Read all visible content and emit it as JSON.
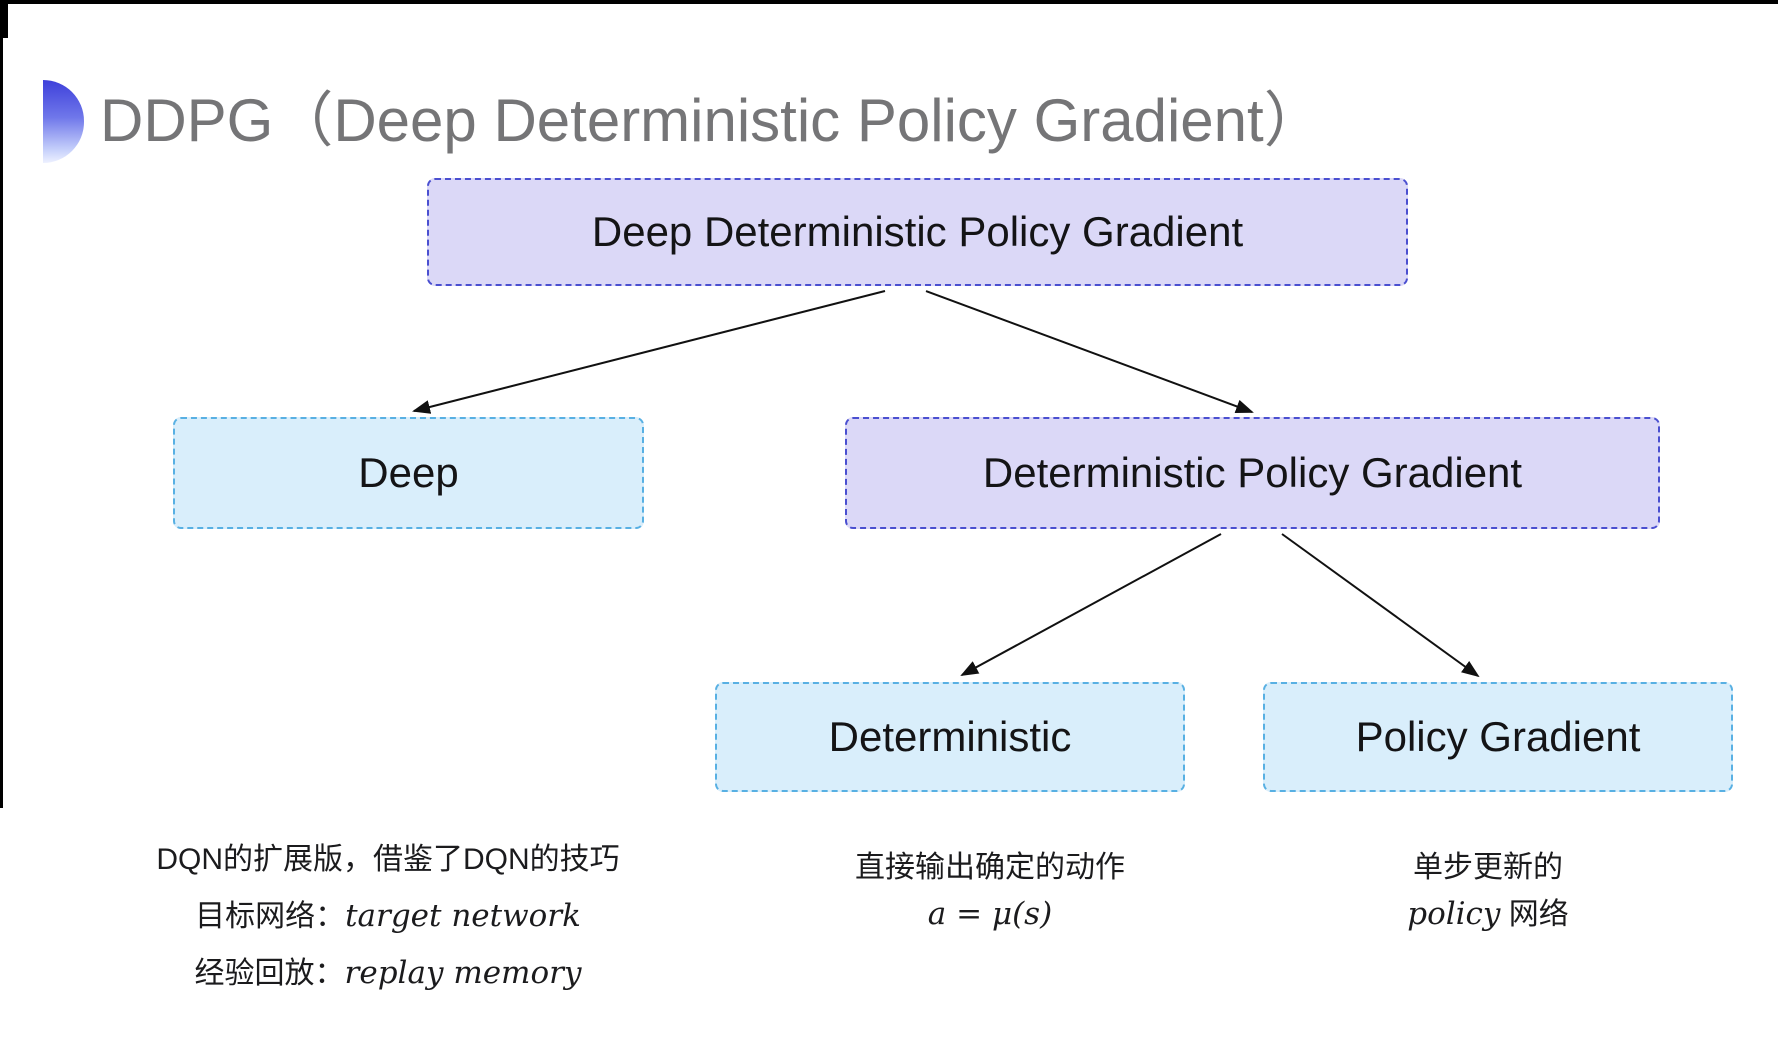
{
  "header": {
    "title": "DDPG（Deep Deterministic Policy Gradient）"
  },
  "tree": {
    "root": {
      "label": "Deep Deterministic Policy Gradient"
    },
    "deep": {
      "label": "Deep"
    },
    "dpg": {
      "label": "Deterministic Policy Gradient"
    },
    "deterministic": {
      "label": "Deterministic"
    },
    "policy_gradient": {
      "label": "Policy Gradient"
    }
  },
  "notes": {
    "deep": {
      "line1": "DQN的扩展版，借鉴了DQN的技巧",
      "line2_label": "目标网络：",
      "line2_term": "target network",
      "line3_label": "经验回放：",
      "line3_term": "replay memory"
    },
    "deterministic": {
      "line1": "直接输出确定的动作",
      "line2": "a = μ(s)"
    },
    "policy_gradient": {
      "line1": "单步更新的",
      "line2_term": "policy",
      "line2_label": " 网络"
    }
  },
  "colors": {
    "purple_fill": "#dbd8f7",
    "purple_border": "#4a4fd0",
    "cyan_fill": "#d9eefb",
    "cyan_border": "#58b0e3",
    "title_gray": "#757577",
    "text_black": "#141416",
    "arrow": "#111111",
    "ornament_top": "#3e40da",
    "ornament_bottom": "#eef1ff"
  }
}
